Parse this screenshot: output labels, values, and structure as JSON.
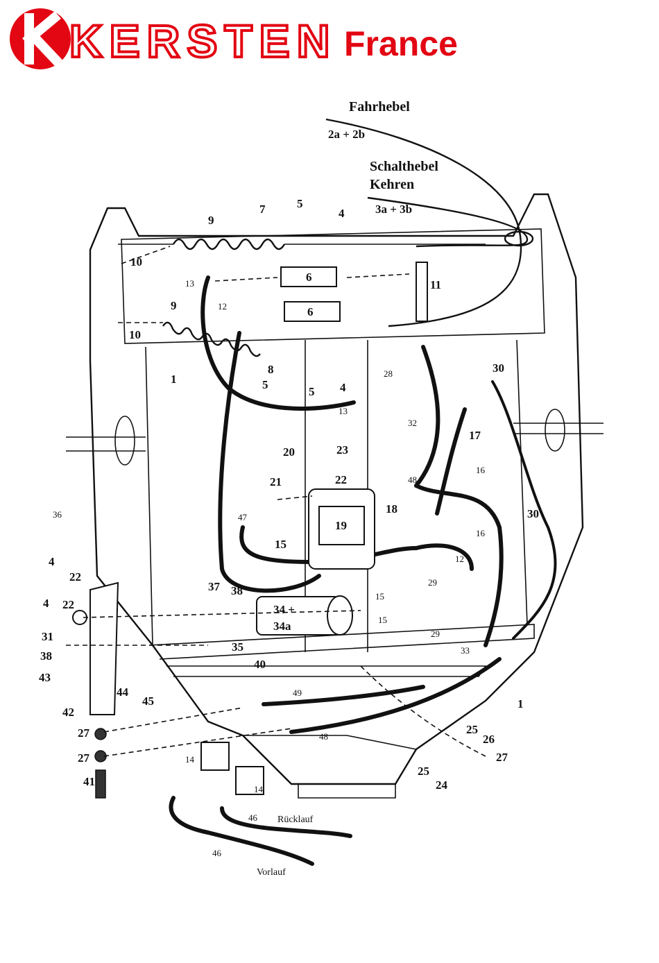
{
  "logo": {
    "brand": "KERSTEN",
    "region": "France",
    "colors": {
      "red": "#e30613",
      "white": "#ffffff"
    }
  },
  "headers": {
    "fahrhebel": "Fahrhebel",
    "fahrhebel_ref": "2a + 2b",
    "schalthebel_line1": "Schalthebel",
    "schalthebel_line2": "Kehren",
    "schalthebel_ref": "3a + 3b"
  },
  "callouts": {
    "n1a": "1",
    "n1b": "1",
    "n4a": "4",
    "n4b": "4",
    "n4c": "4",
    "n4d": "4",
    "n5a": "5",
    "n5b": "5",
    "n5c": "5",
    "n6a": "6",
    "n6b": "6",
    "n7": "7",
    "n8": "8",
    "n9a": "9",
    "n9b": "9",
    "n10a": "10",
    "n10b": "10",
    "n11": "11",
    "n12a": "12",
    "n12b": "12",
    "n13a": "13",
    "n13b": "13",
    "n14a": "14",
    "n14b": "14",
    "n15a": "15",
    "n15b": "15",
    "n15c": "15",
    "n16a": "16",
    "n16b": "16",
    "n17": "17",
    "n18": "18",
    "n19": "19",
    "n20": "20",
    "n21": "21",
    "n22a": "22",
    "n22b": "22",
    "n22c": "22",
    "n23": "23",
    "n24": "24",
    "n25a": "25",
    "n25b": "25",
    "n26": "26",
    "n27a": "27",
    "n27b": "27",
    "n27c": "27",
    "n28": "28",
    "n29a": "29",
    "n29b": "29",
    "n30a": "30",
    "n30b": "30",
    "n31": "31",
    "n32": "32",
    "n33": "33",
    "n34a": "34 +",
    "n34b": "34a",
    "n35": "35",
    "n36": "36",
    "n37": "37",
    "n38a": "38",
    "n38b": "38",
    "n40": "40",
    "n41": "41",
    "n42": "42",
    "n43": "43",
    "n44": "44",
    "n45": "45",
    "n46a": "46",
    "n46b": "46",
    "n47": "47",
    "n48a": "48",
    "n48b": "48",
    "n49": "49"
  },
  "hose_labels": {
    "ruecklauf": "Rücklauf",
    "vorlauf": "Vorlauf"
  }
}
